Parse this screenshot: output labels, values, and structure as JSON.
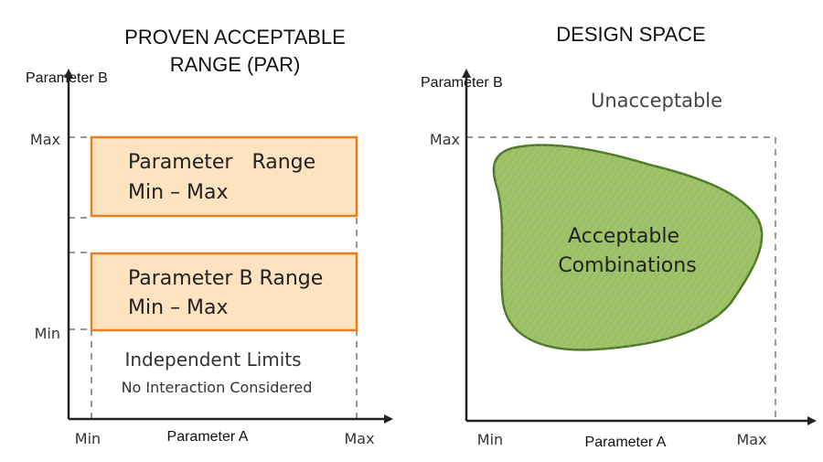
{
  "left_panel": {
    "title_line1": "PROVEN ACCEPTABLE",
    "title_line2": "RANGE (PAR)",
    "y_axis_label": "Parameter B",
    "x_axis_label": "Parameter A",
    "y_ticks": {
      "max": "Max",
      "min": "Min"
    },
    "x_ticks": {
      "min": "Min",
      "max": "Max"
    },
    "box_top": {
      "line1": "Parameter   Range",
      "line2": "Min – Max"
    },
    "box_bottom": {
      "line1": "Parameter B Range",
      "line2": "Min – Max"
    },
    "note_main": "Independent Limits",
    "note_sub": "No Interaction Considered"
  },
  "right_panel": {
    "title": "DESIGN SPACE",
    "y_axis_label": "Parameter B",
    "x_axis_label": "Parameter A",
    "y_ticks": {
      "max": "Max"
    },
    "x_ticks": {
      "min": "Min",
      "max": "Max"
    },
    "outside_label": "Unacceptable",
    "region_line1": "Acceptable",
    "region_line2": "Combinations"
  },
  "colors": {
    "box_fill": "#fde3c0",
    "box_stroke": "#e87e1c",
    "region_fill": "#9fc26a",
    "region_stroke": "#4d7a2a"
  }
}
